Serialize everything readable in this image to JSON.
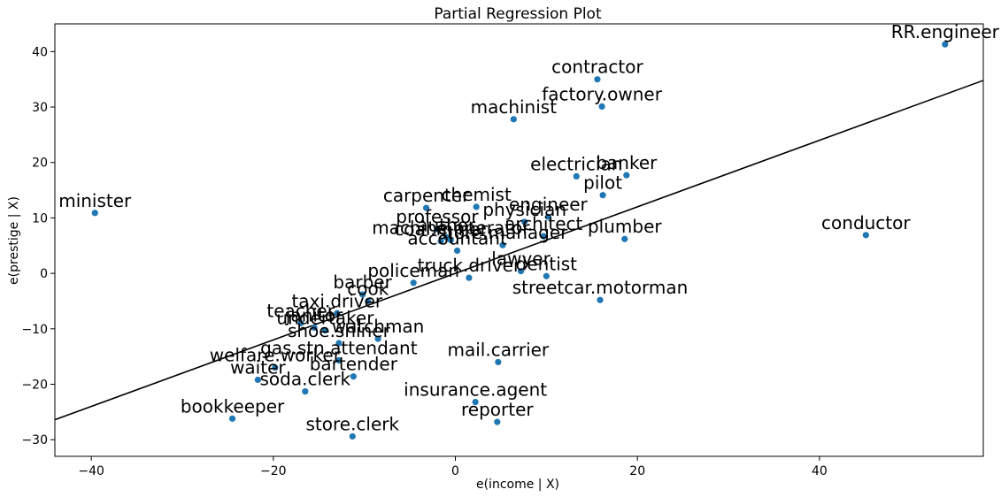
{
  "chart_data": {
    "type": "scatter",
    "title": "Partial Regression Plot",
    "xlabel": "e(income | X)",
    "ylabel": "e(prestige | X)",
    "xlim": [
      -44,
      58
    ],
    "ylim": [
      -33,
      45
    ],
    "xticks": [
      -40,
      -20,
      0,
      20,
      40
    ],
    "yticks": [
      -30,
      -20,
      -10,
      0,
      10,
      20,
      30,
      40
    ],
    "marker_color": "#1f77b4",
    "line_color": "#000000",
    "fit_line": {
      "slope": 0.6,
      "intercept": 0.0
    },
    "points": [
      {
        "label": "RR.engineer",
        "x": 53.8,
        "y": 41.3
      },
      {
        "label": "contractor",
        "x": 15.6,
        "y": 35.0
      },
      {
        "label": "factory.owner",
        "x": 16.1,
        "y": 30.1
      },
      {
        "label": "machinist",
        "x": 6.4,
        "y": 27.8
      },
      {
        "label": "electrician",
        "x": 13.3,
        "y": 17.5
      },
      {
        "label": "banker",
        "x": 18.8,
        "y": 17.7
      },
      {
        "label": "pilot",
        "x": 16.2,
        "y": 14.1
      },
      {
        "label": "minister",
        "x": -39.6,
        "y": 10.9
      },
      {
        "label": "carpenter",
        "x": -3.2,
        "y": 11.8
      },
      {
        "label": "chemist",
        "x": 2.3,
        "y": 12.0
      },
      {
        "label": "engineer",
        "x": 10.2,
        "y": 10.2
      },
      {
        "label": "physician",
        "x": 7.6,
        "y": 9.3
      },
      {
        "label": "professor",
        "x": -2.0,
        "y": 8.0
      },
      {
        "label": "coal.miner",
        "x": -1.6,
        "y": 5.8
      },
      {
        "label": "architect",
        "x": 9.7,
        "y": 6.7
      },
      {
        "label": "plumber",
        "x": 18.6,
        "y": 6.2
      },
      {
        "label": "conductor",
        "x": 45.1,
        "y": 6.9
      },
      {
        "label": "author",
        "x": -1.0,
        "y": 6.5
      },
      {
        "label": "machine.operator",
        "x": -0.5,
        "y": 6.0
      },
      {
        "label": "store.manager",
        "x": 5.2,
        "y": 5.1
      },
      {
        "label": "accountant",
        "x": 0.2,
        "y": 4.1
      },
      {
        "label": "lawyer",
        "x": 7.2,
        "y": 0.4
      },
      {
        "label": "dentist",
        "x": 10.0,
        "y": -0.5
      },
      {
        "label": "truck.driver",
        "x": 1.5,
        "y": -0.8
      },
      {
        "label": "policeman",
        "x": -4.6,
        "y": -1.7
      },
      {
        "label": "streetcar.motorman",
        "x": 15.9,
        "y": -4.8
      },
      {
        "label": "barber",
        "x": -10.2,
        "y": -3.8
      },
      {
        "label": "cook",
        "x": -9.6,
        "y": -5.0
      },
      {
        "label": "taxi.driver",
        "x": -13.0,
        "y": -7.2
      },
      {
        "label": "teacher",
        "x": -17.0,
        "y": -9.0
      },
      {
        "label": "janitor",
        "x": -15.5,
        "y": -9.8
      },
      {
        "label": "undertaker",
        "x": -14.3,
        "y": -10.3
      },
      {
        "label": "shoe.shiner",
        "x": -12.8,
        "y": -12.6
      },
      {
        "label": "watchman",
        "x": -8.5,
        "y": -11.8
      },
      {
        "label": "mail.carrier",
        "x": 4.7,
        "y": -16.0
      },
      {
        "label": "gas.stn.attendant",
        "x": -12.8,
        "y": -15.7
      },
      {
        "label": "welfare.worker",
        "x": -19.8,
        "y": -17.0
      },
      {
        "label": "bartender",
        "x": -11.2,
        "y": -18.6
      },
      {
        "label": "waiter",
        "x": -21.7,
        "y": -19.2
      },
      {
        "label": "soda.clerk",
        "x": -16.5,
        "y": -21.3
      },
      {
        "label": "insurance.agent",
        "x": 2.2,
        "y": -23.2
      },
      {
        "label": "bookkeeper",
        "x": -24.5,
        "y": -26.2
      },
      {
        "label": "reporter",
        "x": 4.6,
        "y": -26.8
      },
      {
        "label": "store.clerk",
        "x": -11.3,
        "y": -29.4
      }
    ]
  }
}
